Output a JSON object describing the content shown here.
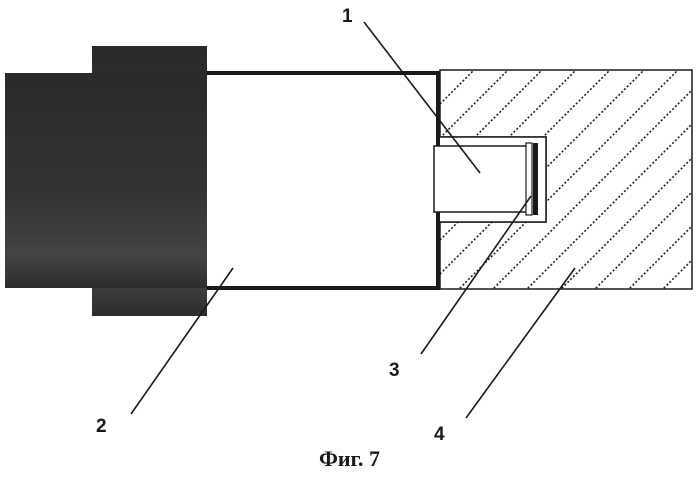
{
  "figure": {
    "caption": "Фиг. 7",
    "labels": {
      "one": "1",
      "two": "2",
      "three": "3",
      "four": "4"
    },
    "colors": {
      "dark_part": "#2e2e2e",
      "outline": "#1a1a1a",
      "hatch": "#222222",
      "background": "#ffffff"
    }
  }
}
